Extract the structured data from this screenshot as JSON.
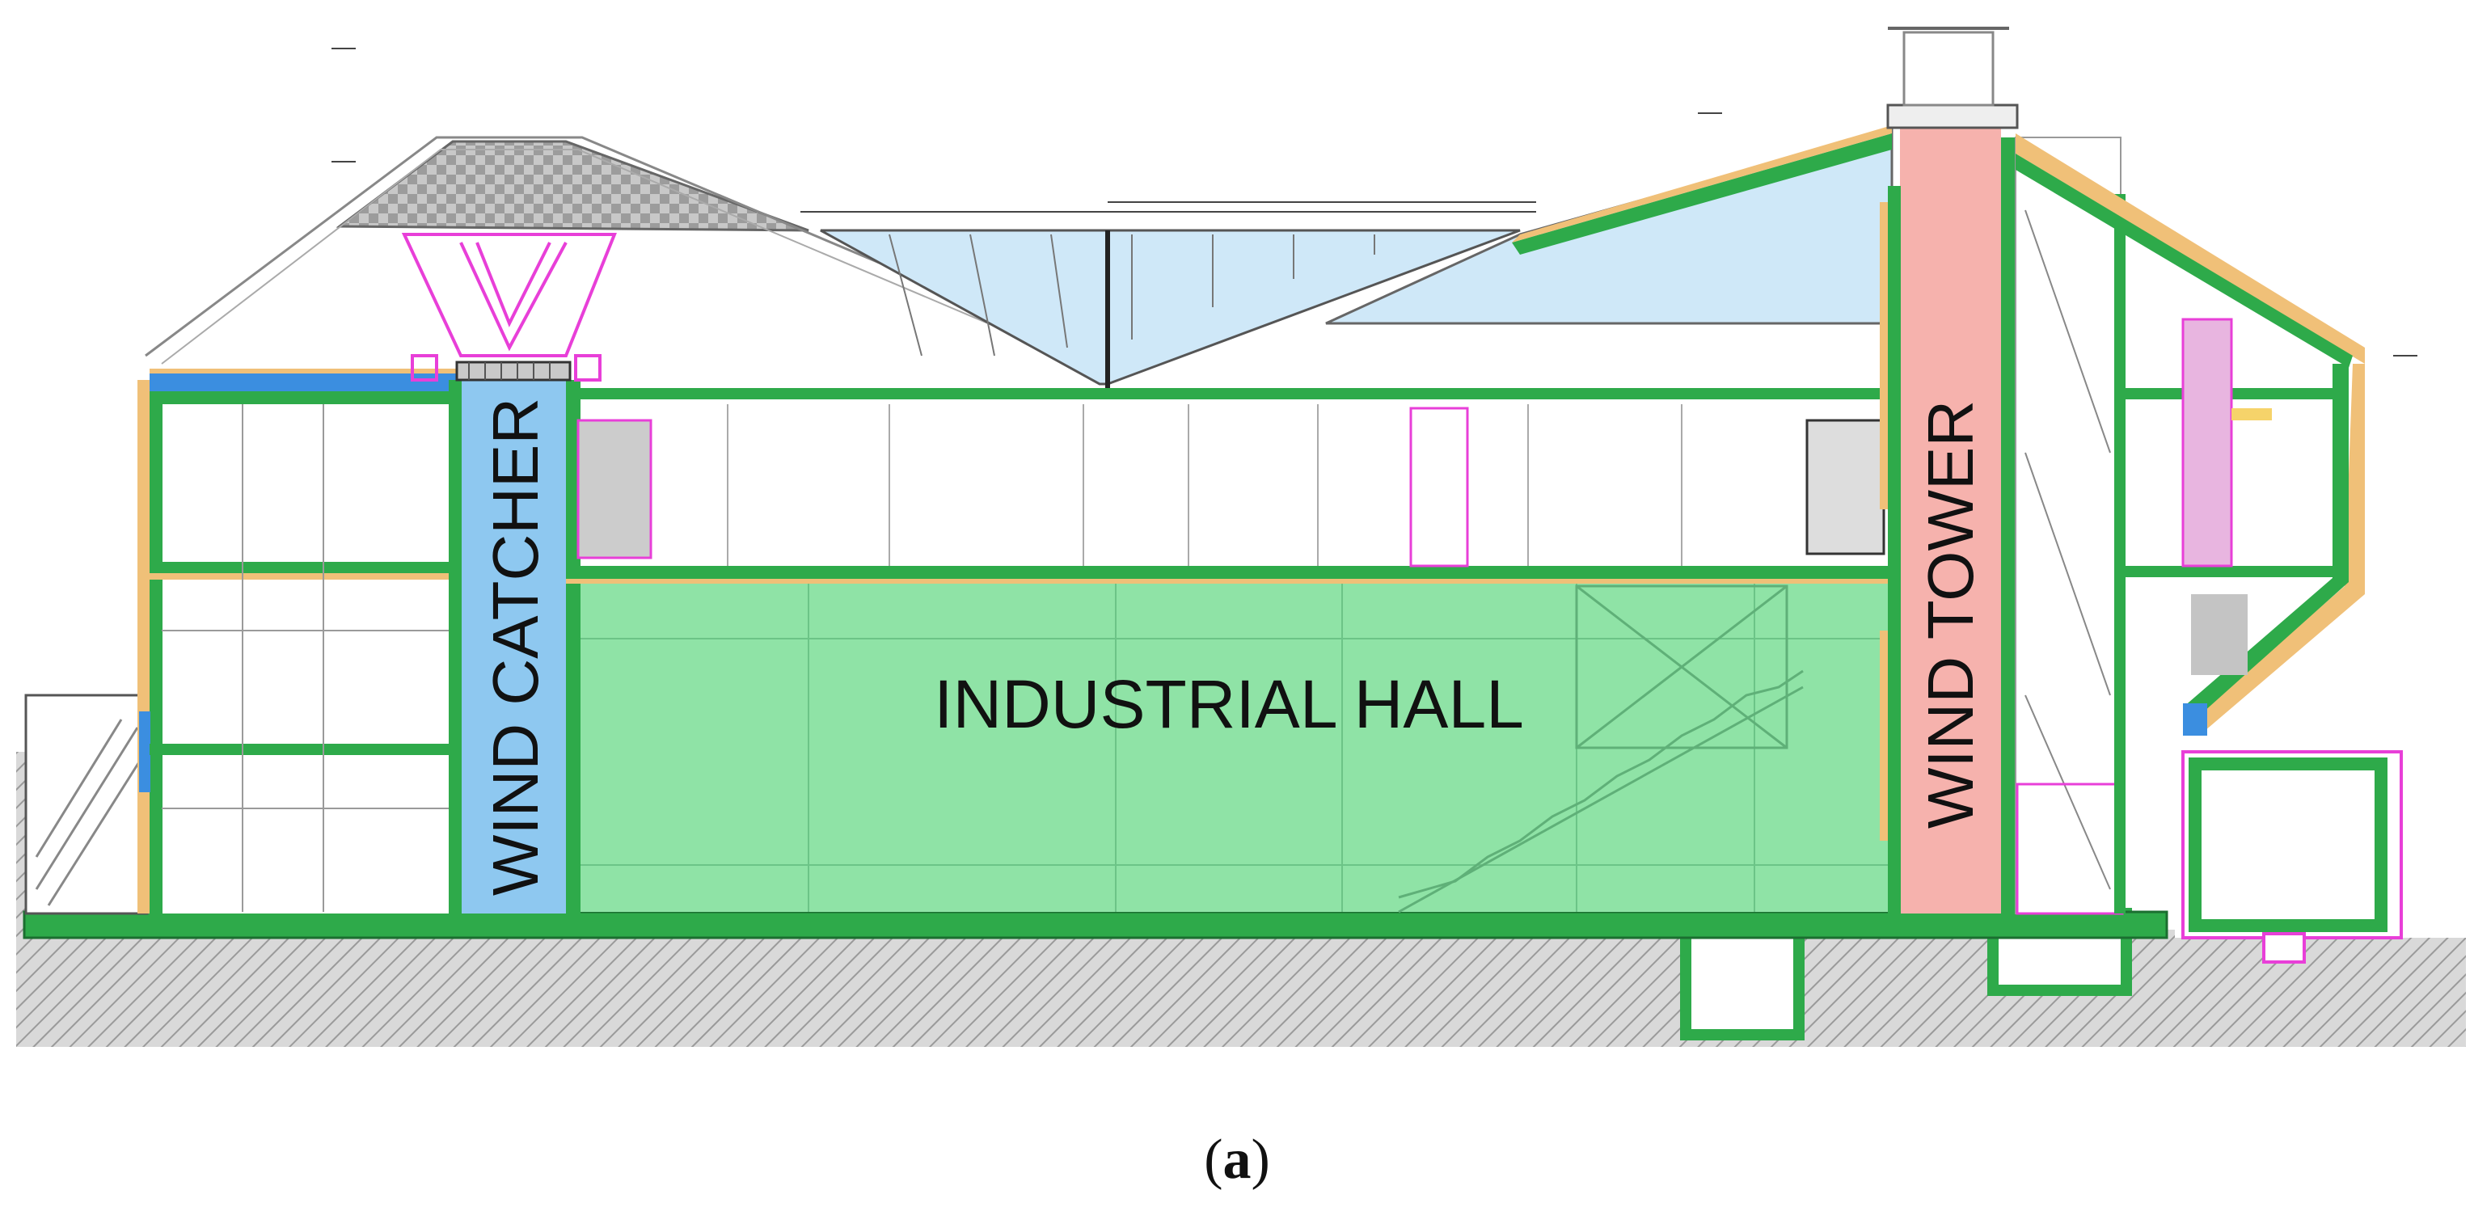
{
  "labels": {
    "industrial_hall": "INDUSTRIAL HALL",
    "wind_catcher": "WIND CATCHER",
    "wind_tower": "WIND TOWER"
  },
  "caption": {
    "open": "(",
    "letter": "a",
    "close": ")"
  },
  "colors": {
    "wall_green": "#2eaa4a",
    "hall_fill": "#8fe3a6",
    "catcher_blue": "#8ec8f0",
    "tower_pink": "#f6b2ad",
    "roof_glass": "#cfe8f8",
    "insulation_orange": "#f0c078",
    "roof_gray": "#9a9a9a",
    "magenta_lines": "#e83fd8",
    "ground_hatch": "#bcbcbc"
  }
}
